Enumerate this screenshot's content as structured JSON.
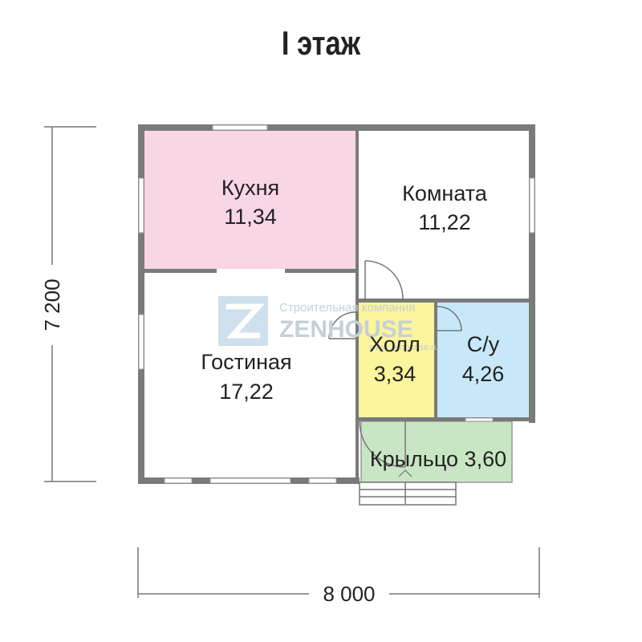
{
  "title": "I этаж",
  "rooms": {
    "kitchen": {
      "name": "Кухня",
      "area": "11,34",
      "color": "#f8d6e6"
    },
    "room": {
      "name": "Комната",
      "area": "11,22",
      "color": "#ffffff"
    },
    "living": {
      "name": "Гостиная",
      "area": "17,22",
      "color": "#ffffff"
    },
    "hall": {
      "name": "Холл",
      "area": "3,34",
      "color": "#fbf59b"
    },
    "bathroom": {
      "name": "С/у",
      "area": "4,26",
      "color": "#c7e8f8"
    },
    "porch": {
      "name": "Крыльцо",
      "area": "3,60",
      "color": "#c9e6c4"
    }
  },
  "dimensions": {
    "width": "8 000",
    "height": "7 200"
  },
  "watermark": {
    "company": "Строительная компания",
    "brand": "ZENHOUSE",
    "site": "www.zenhouse.ru"
  },
  "colors": {
    "wall": "#7a7a7a",
    "dim_line": "#777777"
  }
}
